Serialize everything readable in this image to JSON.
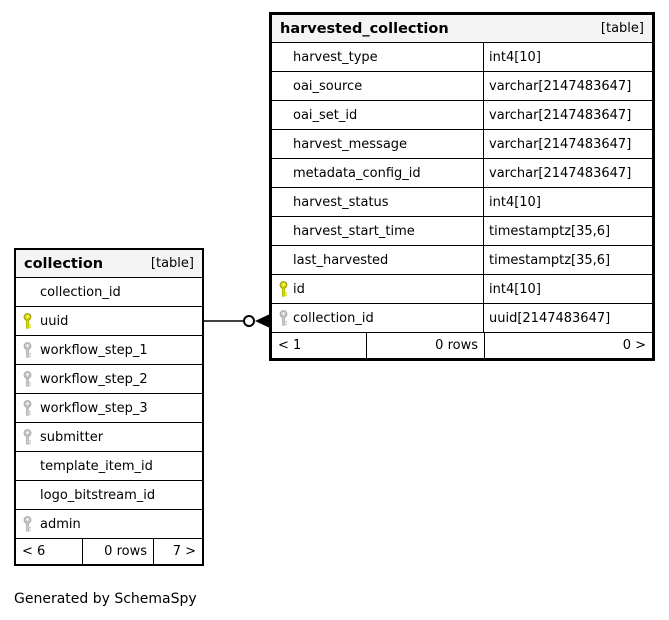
{
  "diagram": {
    "footer_note": "Generated by SchemaSpy"
  },
  "colors": {
    "primary_key": "#d8d800",
    "primary_key_dark": "#9e9e00",
    "foreign_key": "#c9c9c9",
    "foreign_key_dark": "#a8a8a8",
    "header_bg": "#f4f4f4",
    "border": "#000000"
  },
  "tables": {
    "collection": {
      "name": "collection",
      "badge": "[table]",
      "columns": [
        {
          "name": "collection_id"
        },
        {
          "name": "uuid",
          "key": "primary"
        },
        {
          "name": "workflow_step_1",
          "key": "foreign"
        },
        {
          "name": "workflow_step_2",
          "key": "foreign"
        },
        {
          "name": "workflow_step_3",
          "key": "foreign"
        },
        {
          "name": "submitter",
          "key": "foreign"
        },
        {
          "name": "template_item_id"
        },
        {
          "name": "logo_bitstream_id"
        },
        {
          "name": "admin",
          "key": "foreign"
        }
      ],
      "footer": {
        "parents": "< 6",
        "rows": "0 rows",
        "children": "7 >"
      }
    },
    "harvested_collection": {
      "name": "harvested_collection",
      "badge": "[table]",
      "columns": [
        {
          "name": "harvest_type",
          "type": "int4[10]"
        },
        {
          "name": "oai_source",
          "type": "varchar[2147483647]"
        },
        {
          "name": "oai_set_id",
          "type": "varchar[2147483647]"
        },
        {
          "name": "harvest_message",
          "type": "varchar[2147483647]"
        },
        {
          "name": "metadata_config_id",
          "type": "varchar[2147483647]"
        },
        {
          "name": "harvest_status",
          "type": "int4[10]"
        },
        {
          "name": "harvest_start_time",
          "type": "timestamptz[35,6]"
        },
        {
          "name": "last_harvested",
          "type": "timestamptz[35,6]"
        },
        {
          "name": "id",
          "type": "int4[10]",
          "key": "primary"
        },
        {
          "name": "collection_id",
          "type": "uuid[2147483647]",
          "key": "foreign"
        }
      ],
      "footer": {
        "parents": "< 1",
        "rows": "0 rows",
        "children": "0 >"
      }
    }
  },
  "relationship": {
    "from_table": "collection",
    "from_column": "uuid",
    "to_table": "harvested_collection",
    "to_column": "collection_id",
    "end_marker": "zero-or-one (open circle + filled arrowhead)"
  }
}
